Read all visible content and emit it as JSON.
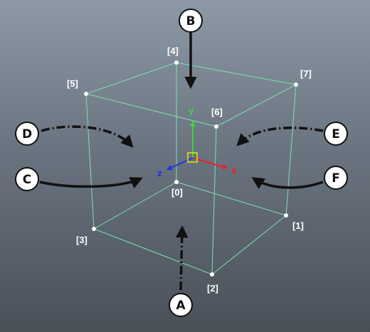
{
  "colors": {
    "edge": "#7fe0b0",
    "vertex": "#ffffff",
    "label": "#ffffff",
    "arrow": "#111111",
    "axis_x": "#e0262a",
    "axis_y": "#3ed33e",
    "axis_z": "#2233dd",
    "pivot": "#e6e600"
  },
  "vertices": [
    "[0]",
    "[1]",
    "[2]",
    "[3]",
    "[4]",
    "[5]",
    "[6]",
    "[7]"
  ],
  "axes": {
    "x": "x",
    "y": "y",
    "z": "z"
  },
  "views": [
    {
      "id": "A",
      "label": "A",
      "style": "dash-dot"
    },
    {
      "id": "B",
      "label": "B",
      "style": "solid"
    },
    {
      "id": "C",
      "label": "C",
      "style": "solid"
    },
    {
      "id": "D",
      "label": "D",
      "style": "dash-dot"
    },
    {
      "id": "E",
      "label": "E",
      "style": "dash-dot"
    },
    {
      "id": "F",
      "label": "F",
      "style": "solid"
    }
  ]
}
